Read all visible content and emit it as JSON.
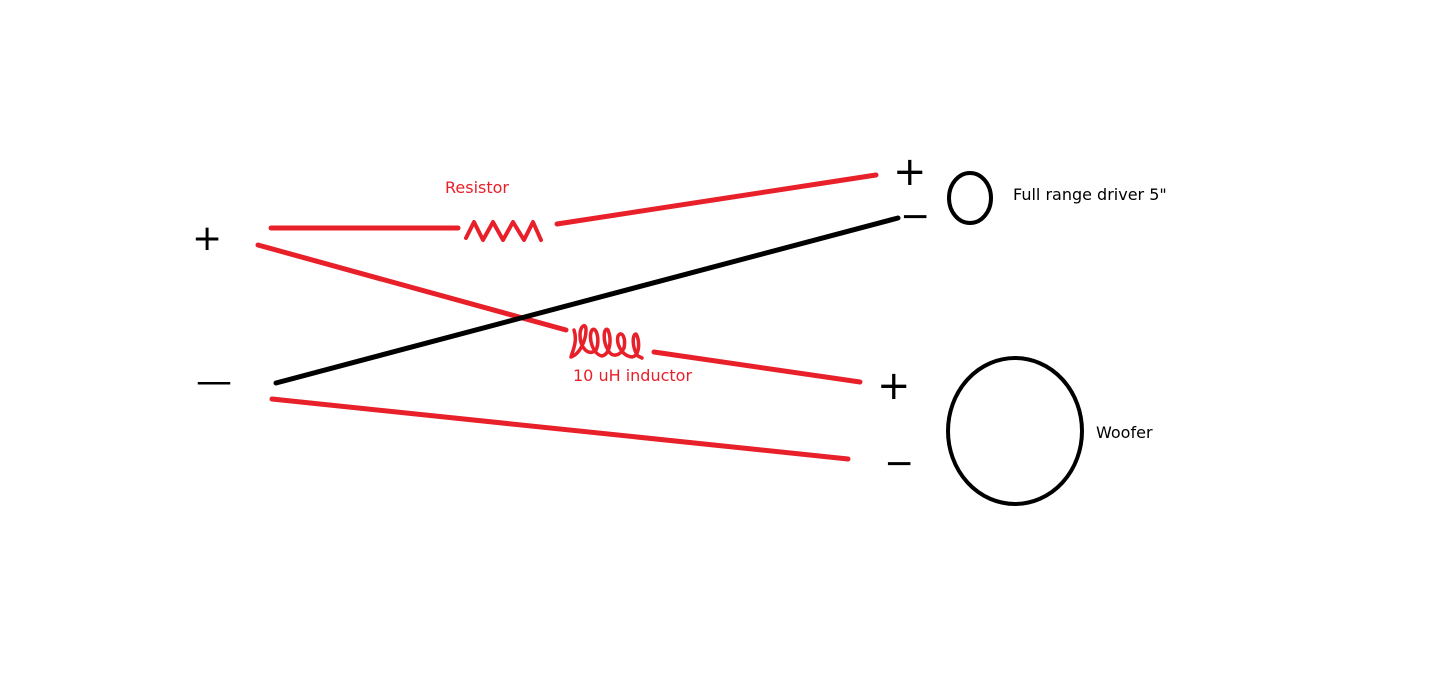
{
  "colors": {
    "wire_red": "#e8202a",
    "wire_black": "#000000",
    "text_red": "#e8202a",
    "text_black": "#000000"
  },
  "labels": {
    "resistor": "Resistor",
    "inductor": "10 uH inductor",
    "full_range": "Full range driver 5\"",
    "woofer": "Woofer"
  },
  "symbols": {
    "input_plus": "+",
    "input_minus": "—",
    "full_range_plus": "+",
    "full_range_minus": "−",
    "woofer_plus": "+",
    "woofer_minus": "−"
  },
  "icons": {
    "resistor": "resistor-zigzag-icon",
    "inductor": "inductor-coil-icon",
    "full_range_driver": "speaker-circle-small-icon",
    "woofer": "speaker-circle-large-icon"
  }
}
